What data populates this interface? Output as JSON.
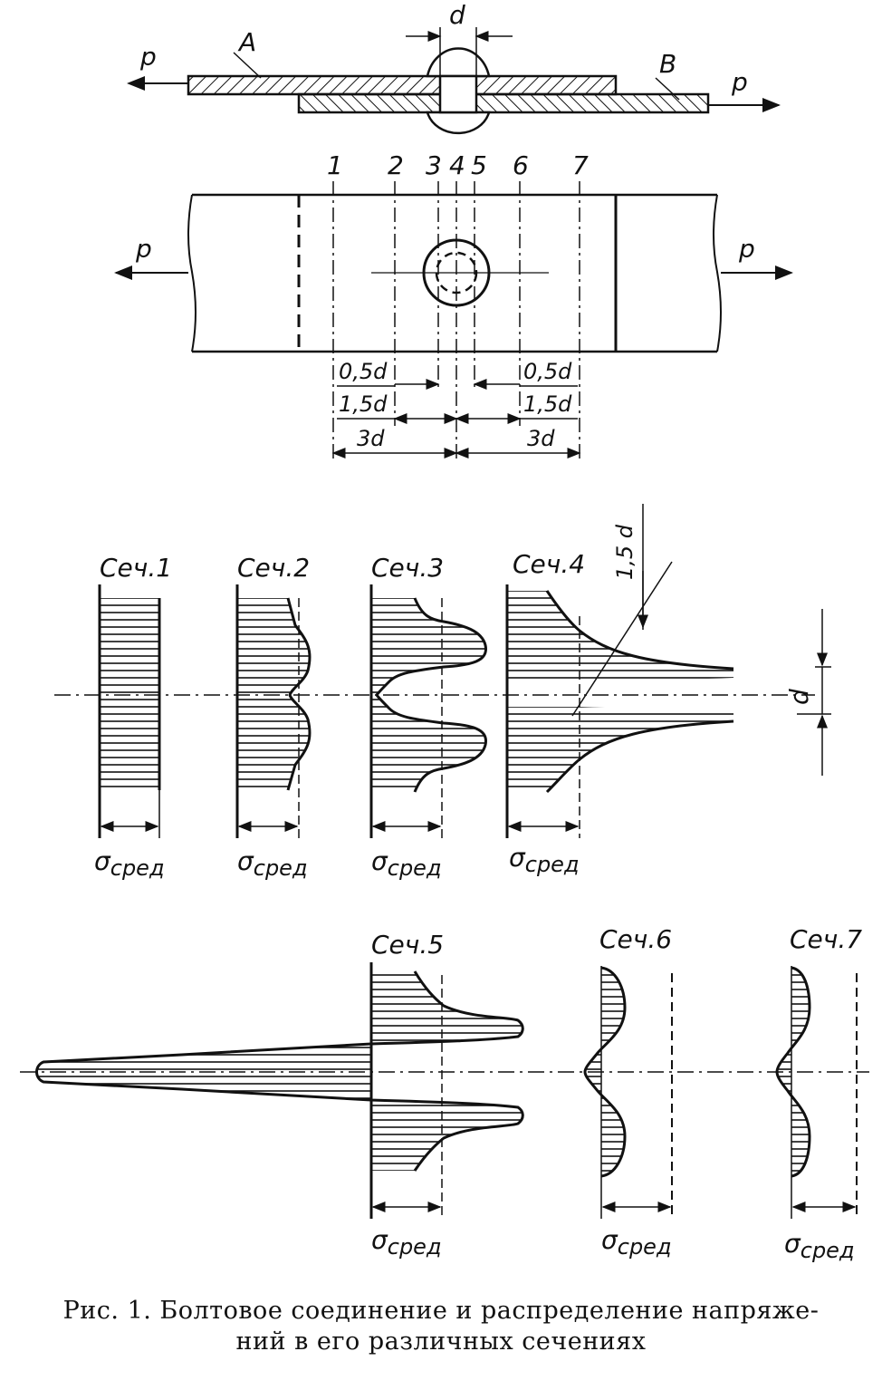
{
  "labels": {
    "d": "d",
    "p": "p",
    "A": "A",
    "B": "B",
    "sec_numbers": [
      "1",
      "2",
      "3",
      "4",
      "5",
      "6",
      "7"
    ],
    "dim_05d": "0,5d",
    "dim_15d": "1,5d",
    "dim_3d": "3d",
    "dim_15d_diag": "1,5 d",
    "section_titles": [
      "Сеч.1",
      "Сеч.2",
      "Сеч.3",
      "Сеч.4",
      "Сеч.5",
      "Сеч.6",
      "Сеч.7"
    ],
    "sigma_avg": "σ",
    "sigma_sub": "сред"
  },
  "caption": {
    "line1": "Рис. 1. Болтовое соединение и распределение напряже-",
    "line2": "ний в его различных сечениях"
  },
  "colors": {
    "ink": "#111111",
    "background": "#ffffff"
  }
}
